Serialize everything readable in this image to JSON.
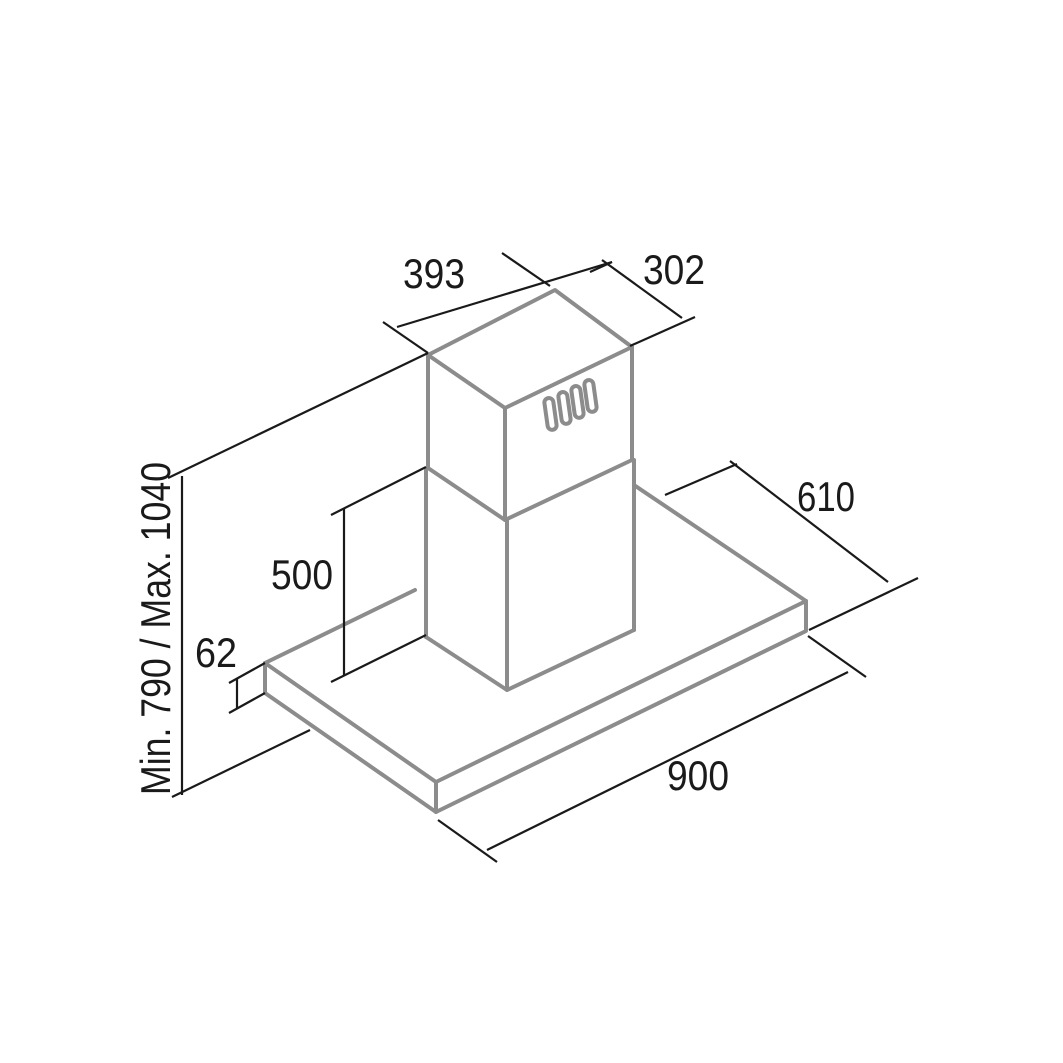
{
  "dimensions": {
    "chimney_width": "393",
    "chimney_depth": "302",
    "hood_depth": "610",
    "chimney_lower_height": "500",
    "canopy_thickness": "62",
    "hood_width": "900",
    "total_height": "Min. 790 / Max. 1040"
  },
  "colors": {
    "outline": "#8c8c8c",
    "dimension_line": "#1a1a1a",
    "background": "#ffffff"
  }
}
